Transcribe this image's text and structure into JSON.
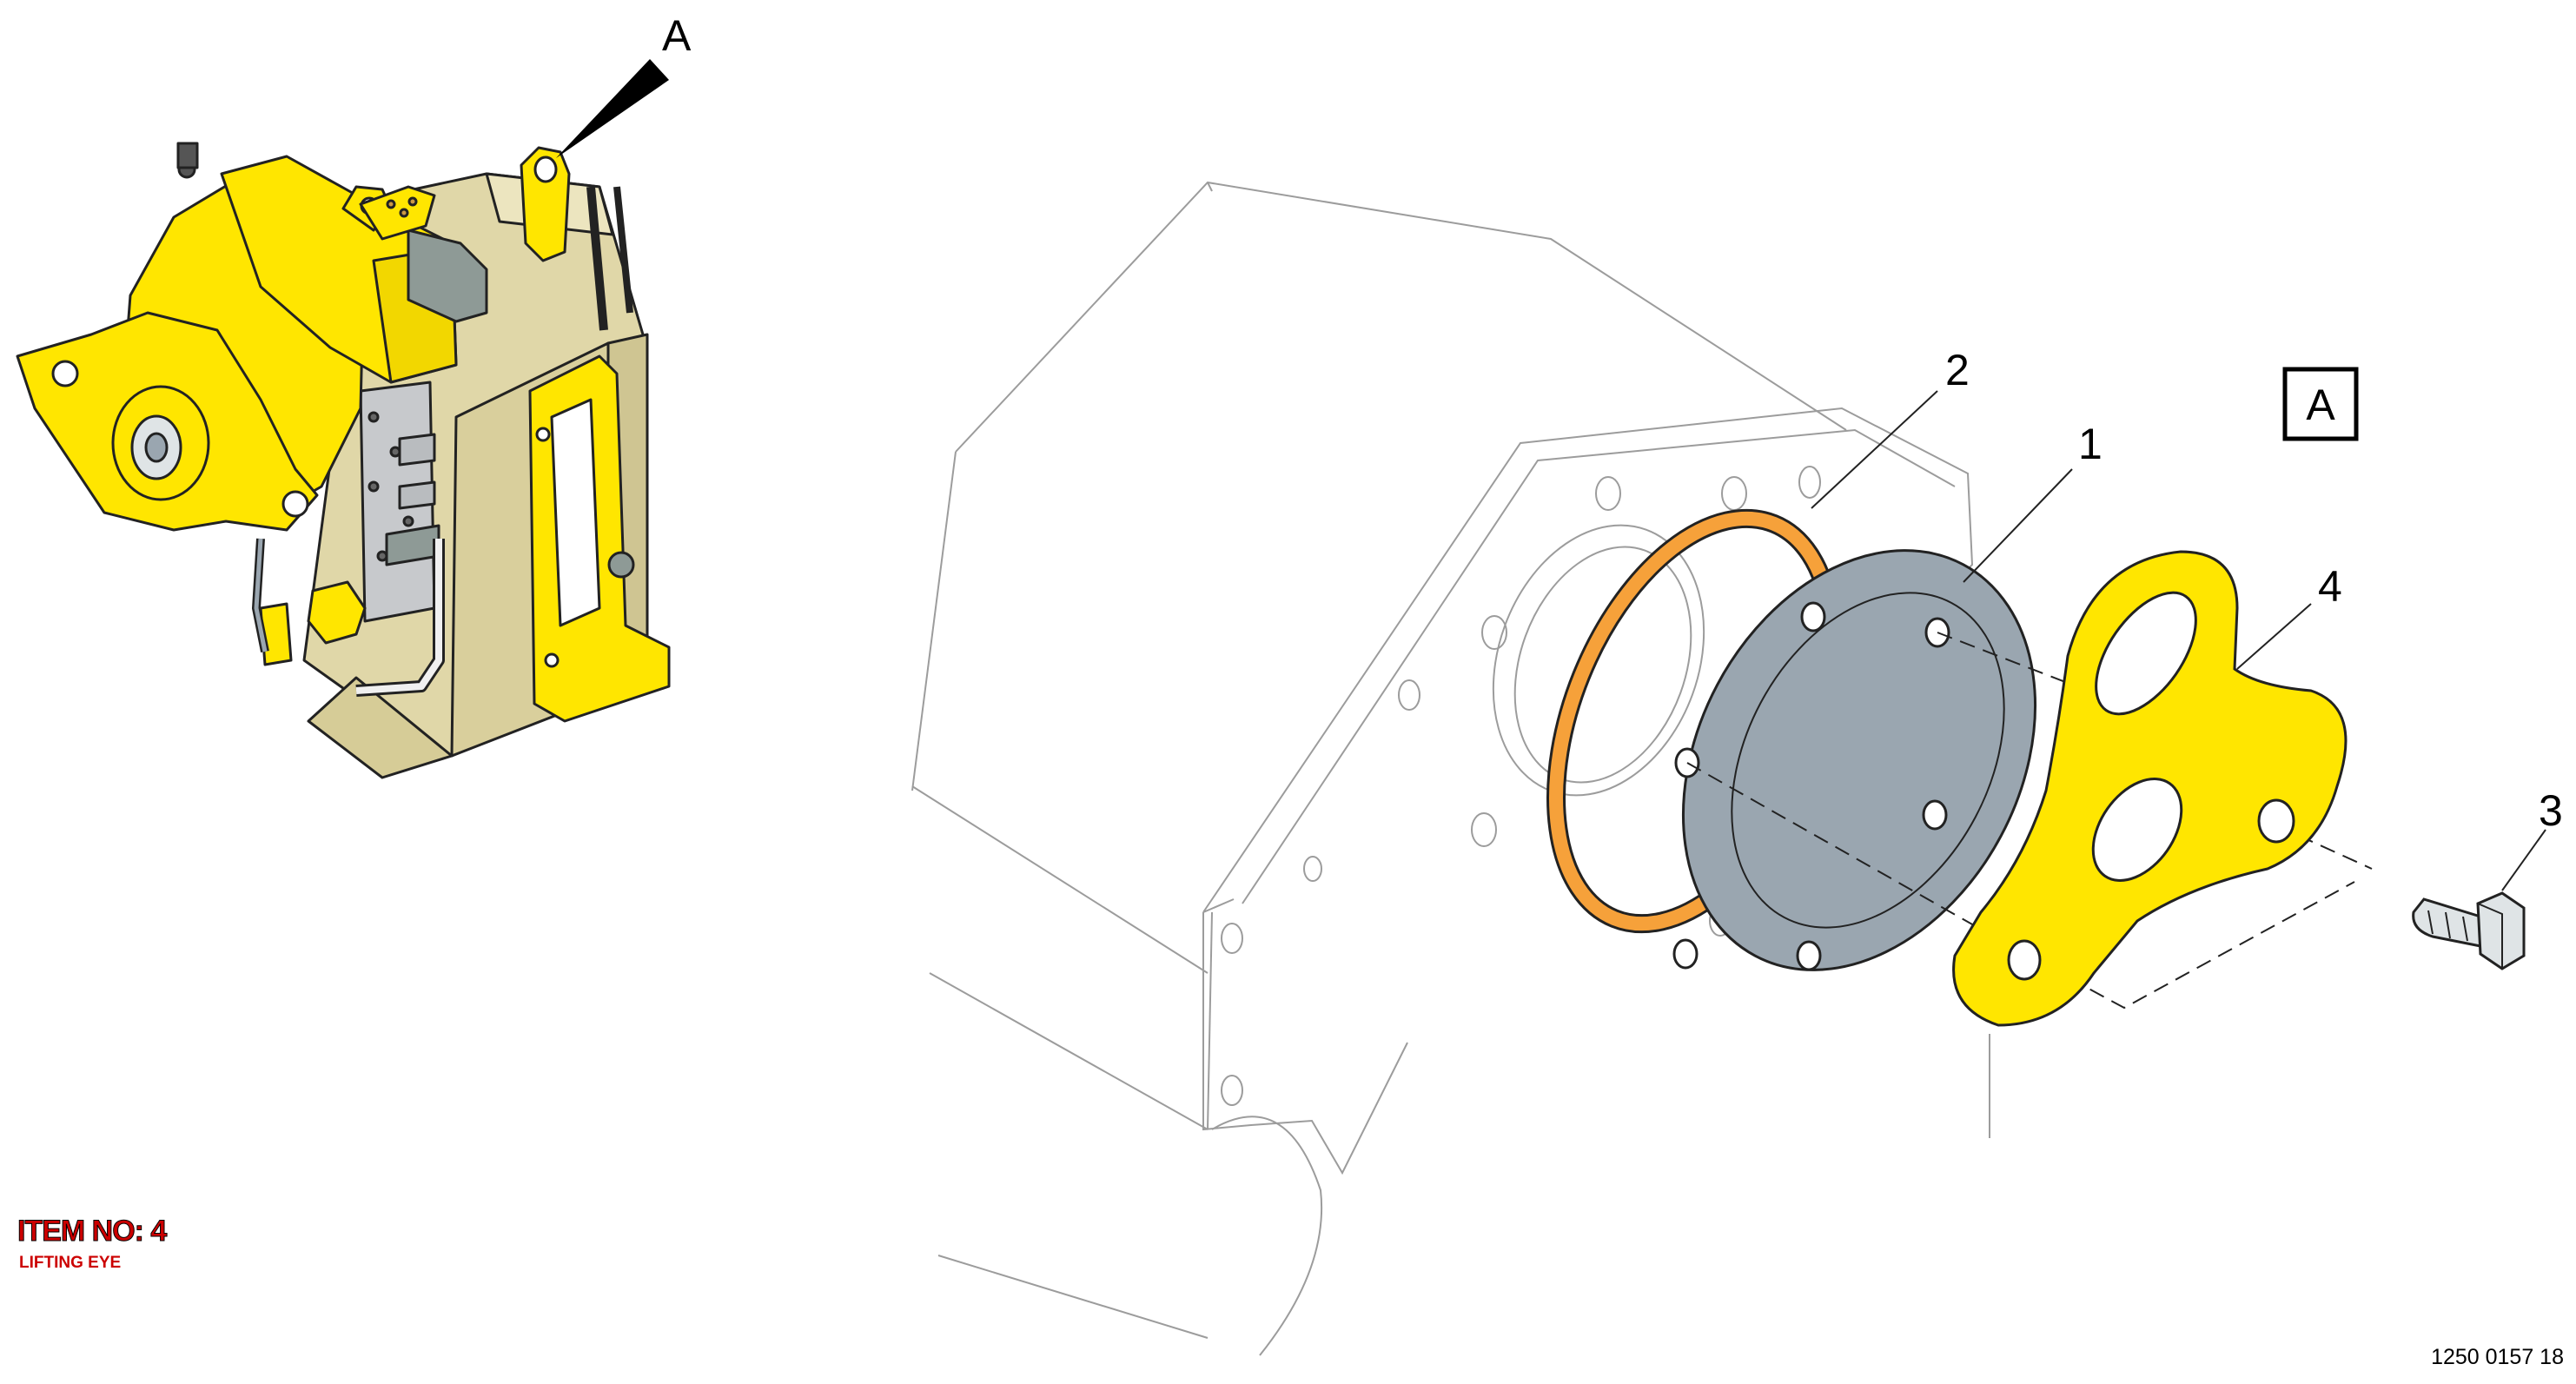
{
  "callouts": {
    "view_arrow_label": "A",
    "view_box_label": "A",
    "part_1": "1",
    "part_2": "2",
    "part_3": "3",
    "part_4": "4"
  },
  "item": {
    "number_label": "ITEM NO: 4",
    "description": "LIFTING EYE"
  },
  "document": {
    "number": "1250 0157 18"
  },
  "colors": {
    "highlight_yellow": "#ffe600",
    "gasket_orange": "#f6a13a",
    "cover_grey": "#9aa6b0",
    "housing_beige": "#e0d7a8",
    "outline": "#222222",
    "ghost_outline": "#9c9c9c",
    "item_red": "#cc0000"
  }
}
